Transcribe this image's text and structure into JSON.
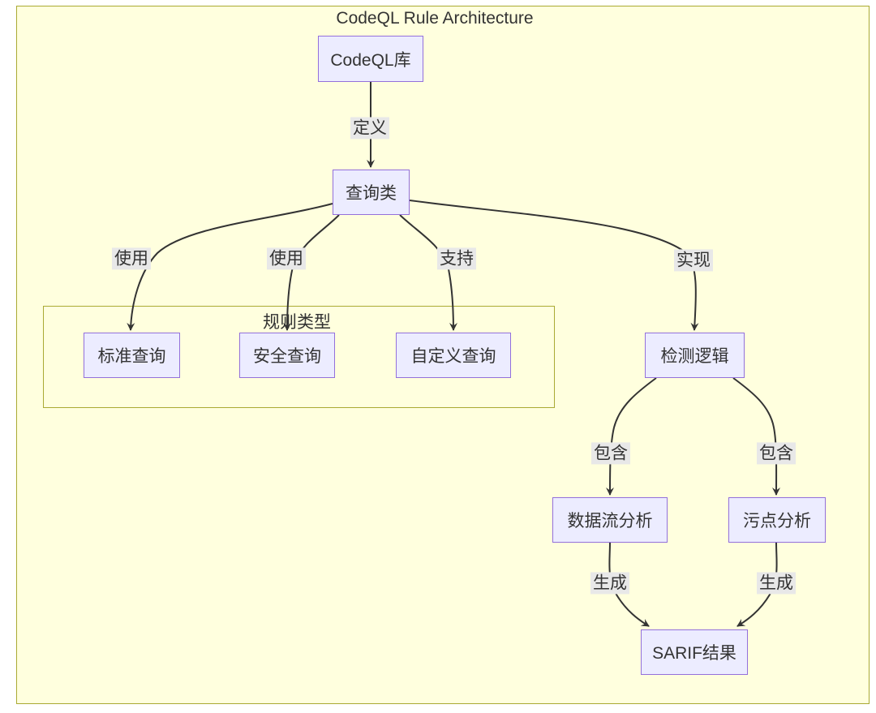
{
  "diagram": {
    "title": "CodeQL Rule Architecture",
    "type": "flowchart",
    "subgraph": {
      "label": "规则类型",
      "contains": [
        "标准查询",
        "安全查询",
        "自定义查询"
      ]
    },
    "nodes": [
      {
        "id": "codeql-library",
        "label": "CodeQL库"
      },
      {
        "id": "query-class",
        "label": "查询类"
      },
      {
        "id": "standard-query",
        "label": "标准查询"
      },
      {
        "id": "security-query",
        "label": "安全查询"
      },
      {
        "id": "custom-query",
        "label": "自定义查询"
      },
      {
        "id": "detection-logic",
        "label": "检测逻辑"
      },
      {
        "id": "dataflow-analysis",
        "label": "数据流分析"
      },
      {
        "id": "taint-analysis",
        "label": "污点分析"
      },
      {
        "id": "sarif-results",
        "label": "SARIF结果"
      }
    ],
    "edges": [
      {
        "from": "CodeQL库",
        "to": "查询类",
        "label": "定义"
      },
      {
        "from": "查询类",
        "to": "标准查询",
        "label": "使用"
      },
      {
        "from": "查询类",
        "to": "安全查询",
        "label": "使用"
      },
      {
        "from": "查询类",
        "to": "自定义查询",
        "label": "支持"
      },
      {
        "from": "查询类",
        "to": "检测逻辑",
        "label": "实现"
      },
      {
        "from": "检测逻辑",
        "to": "数据流分析",
        "label": "包含"
      },
      {
        "from": "检测逻辑",
        "to": "污点分析",
        "label": "包含"
      },
      {
        "from": "数据流分析",
        "to": "SARIF结果",
        "label": "生成"
      },
      {
        "from": "污点分析",
        "to": "SARIF结果",
        "label": "生成"
      }
    ],
    "colors": {
      "background": "#ffffde",
      "node_fill": "#ececff",
      "node_border": "#9370db",
      "edge_stroke": "#333333",
      "edge_label_bg": "#e8e8e8",
      "subgraph_border": "#aaaa33",
      "text": "#333333"
    }
  }
}
